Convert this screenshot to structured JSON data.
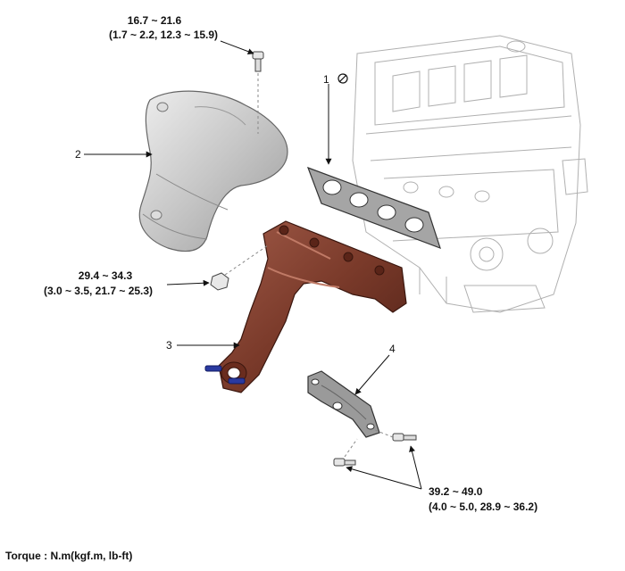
{
  "callouts": {
    "part1": "1",
    "part2": "2",
    "part3": "3",
    "part4": "4"
  },
  "torque_specs": {
    "top_bolt": {
      "nm": "16.7 ~ 21.6",
      "alt": "(1.7 ~ 2.2, 12.3 ~ 15.9)"
    },
    "nut": {
      "nm": "29.4 ~ 34.3",
      "alt": "(3.0 ~ 3.5, 21.7 ~ 25.3)"
    },
    "bracket_bolts": {
      "nm": "39.2 ~ 49.0",
      "alt": "(4.0 ~ 5.0, 28.9 ~ 36.2)"
    }
  },
  "footer": {
    "torque_unit_note": "Torque : N.m(kgf.m, lb-ft)"
  },
  "colors": {
    "manifold": "#7a3a2a",
    "heat_shield": "#c9c9c9",
    "gasket": "#9a9a9a",
    "studs": "#2a3aa0",
    "engine_outline": "#b0b0b0"
  },
  "icons": {
    "non_reusable": "no-reuse-symbol"
  }
}
